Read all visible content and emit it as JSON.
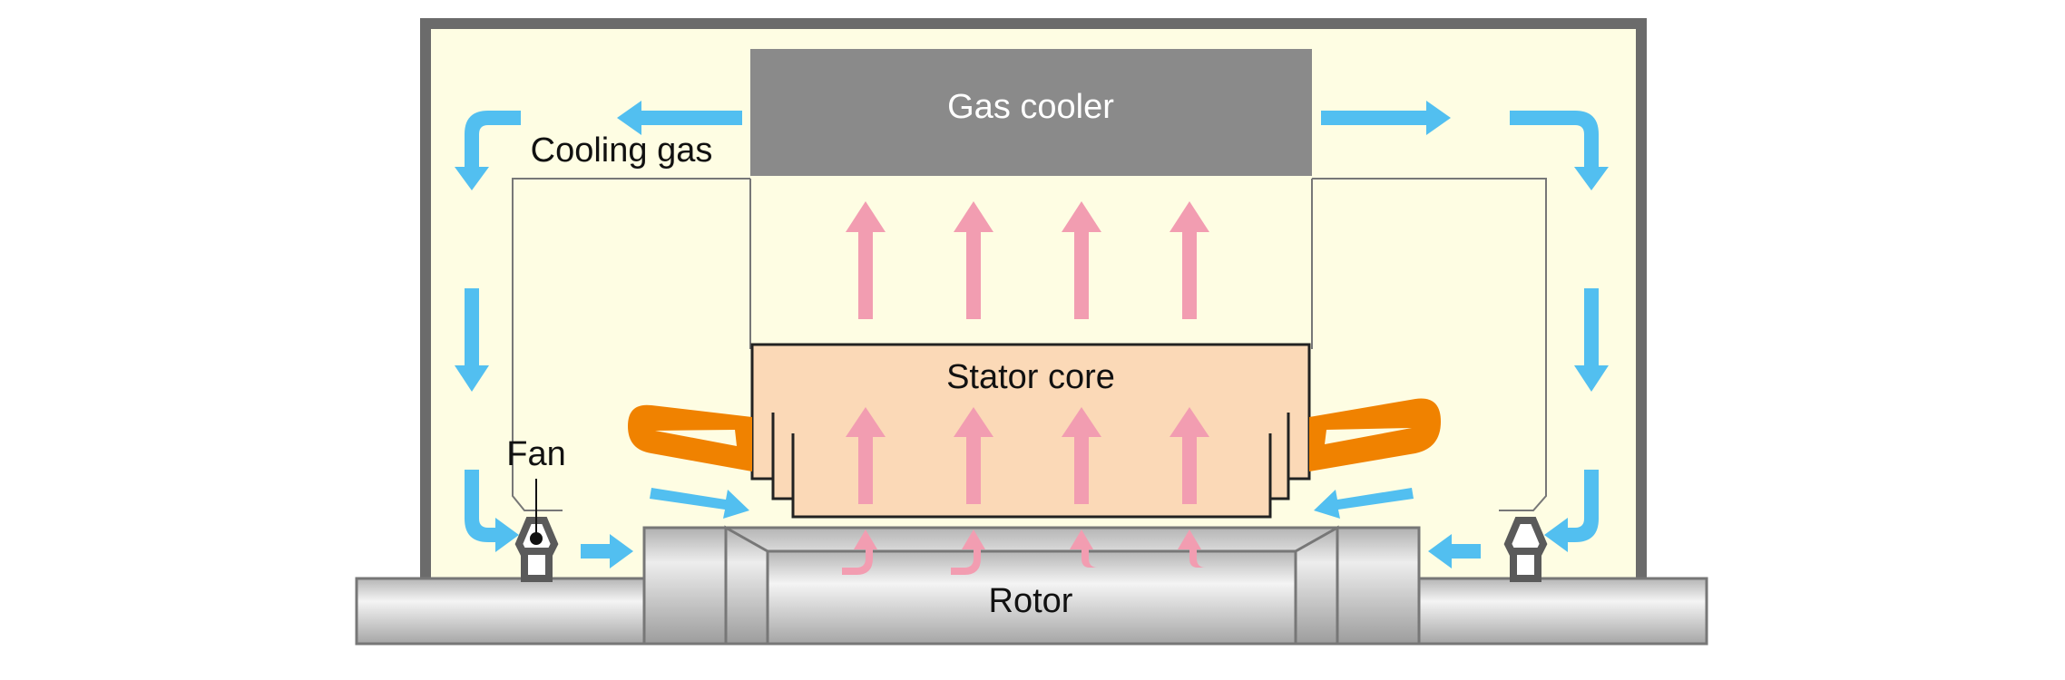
{
  "labels": {
    "gas_cooler": "Gas cooler",
    "cooling_gas": "Cooling gas",
    "stator_core": "Stator core",
    "fan": "Fan",
    "rotor": "Rotor"
  },
  "colors": {
    "housing_border": "#6b6b6b",
    "housing_fill": "#fefde3",
    "gas_cooler": "#8a8a8a",
    "gas_cooler_text": "#ffffff",
    "stator_fill": "#fbd9b7",
    "winding": "#f08200",
    "cool_arrow": "#52bff0",
    "hot_arrow": "#f29db1",
    "rotor_light": "#f2f2f2",
    "rotor_dark": "#a9a9a9"
  }
}
